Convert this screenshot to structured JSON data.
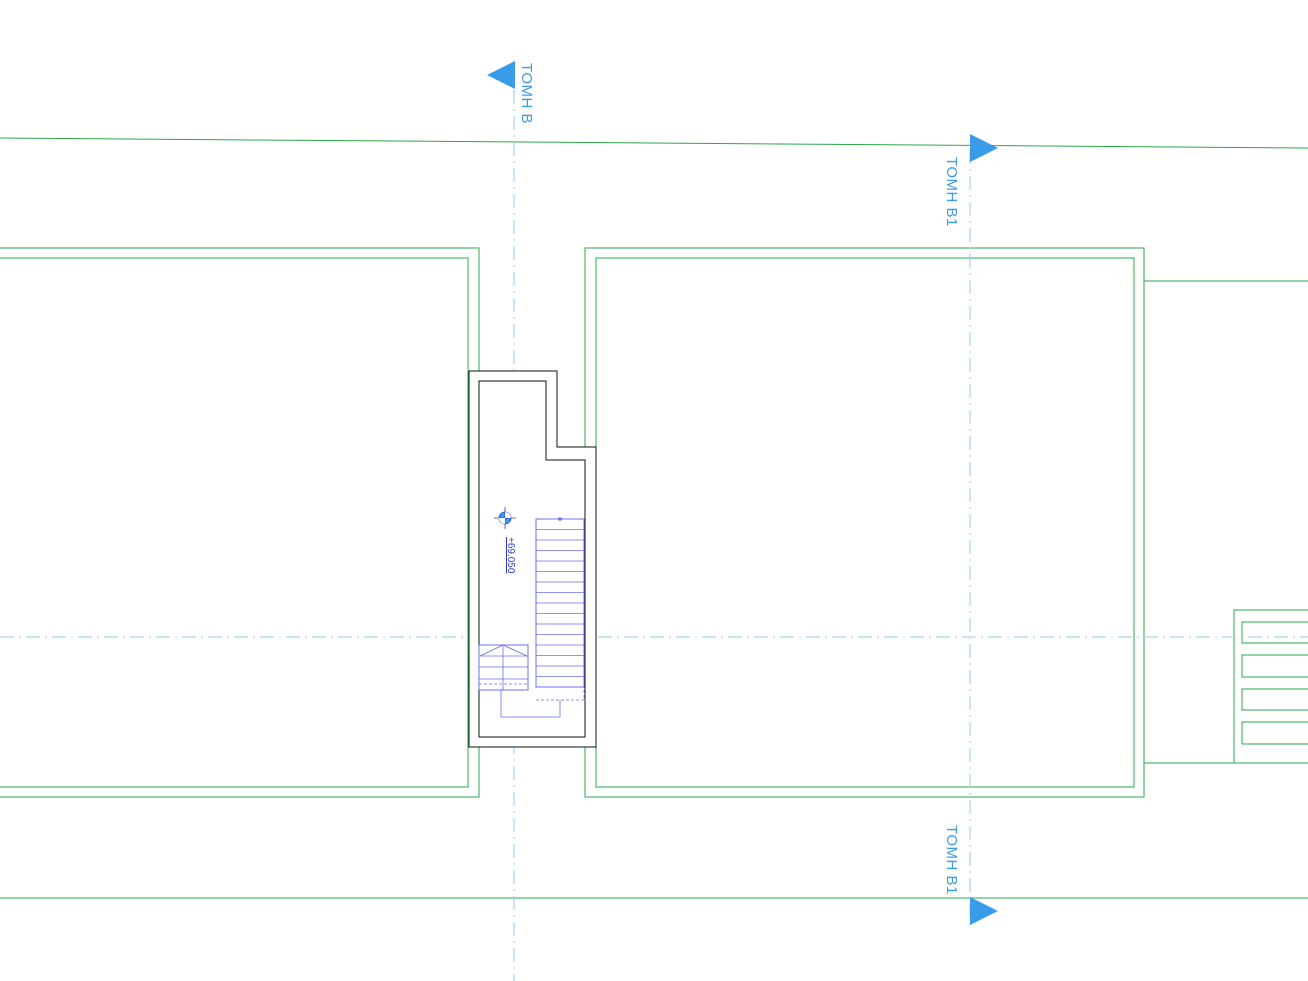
{
  "colors": {
    "wall": "#2aa84a",
    "axis": "#a9d3f5",
    "marker": "#3a9be8",
    "core": "#111111",
    "stair": "#6b6ff0",
    "level": "#2a3fd0"
  },
  "section_markers": {
    "b_top": {
      "label": "ΤΟΜΗ Β"
    },
    "b1_top": {
      "label": "ΤΟΜΗ Β1"
    },
    "b1_bottom": {
      "label": "ΤΟΜΗ Β1"
    }
  },
  "level_marker": {
    "value": "+69.050"
  },
  "icons": {
    "section_arrow": "triangle-arrow-icon",
    "level": "level-target-icon"
  }
}
